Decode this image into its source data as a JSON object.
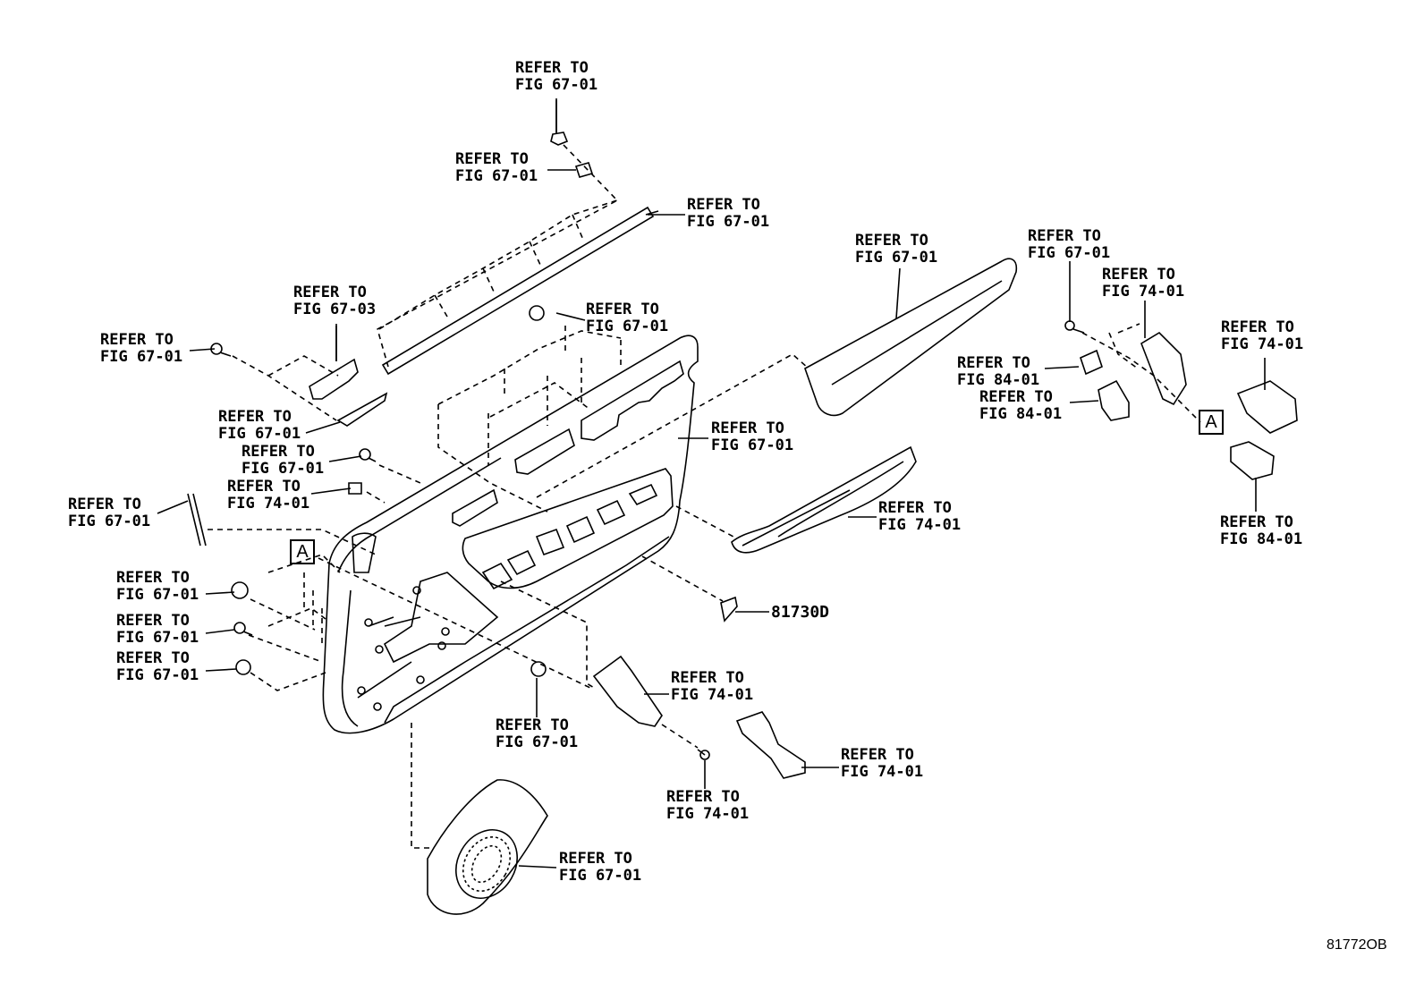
{
  "labels": [
    {
      "id": "l1",
      "line1": "REFER TO",
      "line2": "FIG 67-01"
    },
    {
      "id": "l2",
      "line1": "REFER TO",
      "line2": "FIG 67-01"
    },
    {
      "id": "l3",
      "line1": "REFER TO",
      "line2": "FIG 67-01"
    },
    {
      "id": "l4",
      "line1": "REFER TO",
      "line2": "FIG 67-03"
    },
    {
      "id": "l5",
      "line1": "REFER TO",
      "line2": "FIG 67-01"
    },
    {
      "id": "l6",
      "line1": "REFER TO",
      "line2": "FIG 67-01"
    },
    {
      "id": "l7",
      "line1": "REFER TO",
      "line2": "FIG 67-01"
    },
    {
      "id": "l8",
      "line1": "REFER TO",
      "line2": "FIG 67-01"
    },
    {
      "id": "l9",
      "line1": "REFER TO",
      "line2": "FIG 74-01"
    },
    {
      "id": "l10",
      "line1": "REFER TO",
      "line2": "FIG 67-01"
    },
    {
      "id": "l11",
      "line1": "REFER TO",
      "line2": "FIG 67-01"
    },
    {
      "id": "l12",
      "line1": "REFER TO",
      "line2": "FIG 67-01"
    },
    {
      "id": "l13",
      "line1": "REFER TO",
      "line2": "FIG 67-01"
    },
    {
      "id": "l14",
      "line1": "REFER TO",
      "line2": "FIG 67-01"
    },
    {
      "id": "l15",
      "line1": "REFER TO",
      "line2": "FIG 67-01"
    },
    {
      "id": "l16",
      "line1": "REFER TO",
      "line2": "FIG 74-01"
    },
    {
      "id": "l17",
      "line1": "REFER TO",
      "line2": "FIG 74-01"
    },
    {
      "id": "l18",
      "line1": "REFER TO",
      "line2": "FIG 74-01"
    },
    {
      "id": "l19",
      "line1": "REFER TO",
      "line2": "FIG 74-01"
    },
    {
      "id": "l20",
      "line1": "REFER TO",
      "line2": "FIG 67-01"
    },
    {
      "id": "l21",
      "line1": "REFER TO",
      "line2": "FIG 67-01"
    },
    {
      "id": "l22",
      "line1": "REFER TO",
      "line2": "FIG 67-01"
    },
    {
      "id": "l23",
      "line1": "REFER TO",
      "line2": "FIG 74-01"
    },
    {
      "id": "l24",
      "line1": "REFER TO",
      "line2": "FIG 84-01"
    },
    {
      "id": "l25",
      "line1": "REFER TO",
      "line2": "FIG 84-01"
    },
    {
      "id": "l26",
      "line1": "REFER TO",
      "line2": "FIG 74-01"
    },
    {
      "id": "l27",
      "line1": "REFER TO",
      "line2": "FIG 84-01"
    }
  ],
  "part_number": "81730D",
  "callout_letter": "A",
  "drawing_code": "81772OB"
}
